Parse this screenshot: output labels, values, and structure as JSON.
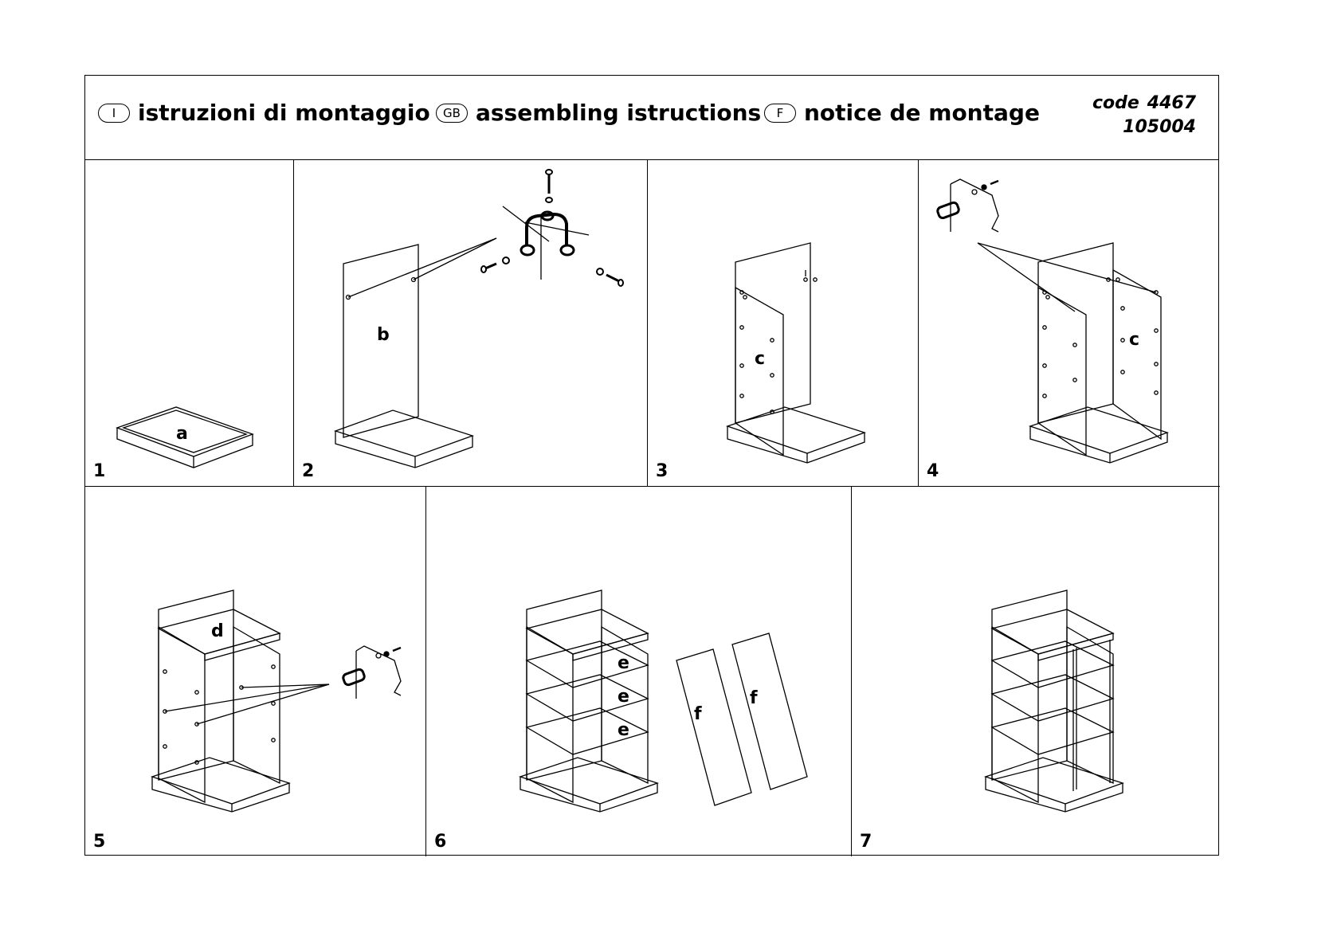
{
  "header": {
    "languages": [
      {
        "badge": "I",
        "title": "istruzioni di montaggio"
      },
      {
        "badge": "GB",
        "title": "assembling istructions"
      },
      {
        "badge": "F",
        "title": "notice de montage"
      }
    ],
    "code_label": "code",
    "code_value": "4467",
    "code_number": "105004"
  },
  "steps": [
    {
      "number": "1",
      "parts": [
        "a"
      ]
    },
    {
      "number": "2",
      "parts": [
        "b"
      ]
    },
    {
      "number": "3",
      "parts": [
        "c"
      ]
    },
    {
      "number": "4",
      "parts": [
        "c"
      ]
    },
    {
      "number": "5",
      "parts": [
        "d"
      ]
    },
    {
      "number": "6",
      "parts": [
        "e",
        "e",
        "e",
        "f",
        "f"
      ]
    },
    {
      "number": "7",
      "parts": []
    }
  ]
}
